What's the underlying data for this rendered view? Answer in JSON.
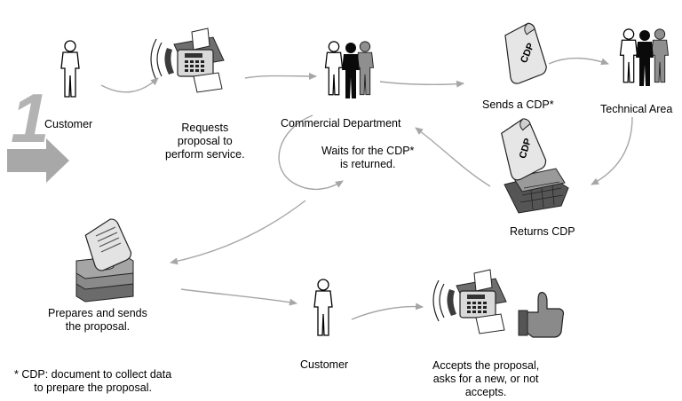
{
  "step_number": "1",
  "nodes": {
    "customer_start": "Customer",
    "request": [
      "Requests",
      "proposal to",
      "perform service."
    ],
    "commercial": "Commercial Department",
    "sends_cdp": "Sends a CDP*",
    "technical": "Technical Area",
    "waits": [
      "Waits for the CDP*",
      "is returned."
    ],
    "returns_cdp": "Returns CDP",
    "prepares": [
      "Prepares and sends",
      "the proposal."
    ],
    "customer_end": "Customer",
    "accepts": [
      "Accepts the proposal,",
      "asks for a new, or not",
      "accepts."
    ]
  },
  "footnote": [
    "* CDP: document to collect data",
    "to prepare the proposal."
  ],
  "icon_labels": {
    "cdp_doc": "CDP",
    "cdp_doc2": "CDP"
  },
  "colors": {
    "arrow": "#a6a6a6",
    "big_arrow": "#a8a8a8",
    "figure_dark": "#0a0a0a",
    "figure_mid": "#8f8f8f",
    "device": "#3c3c3c"
  }
}
